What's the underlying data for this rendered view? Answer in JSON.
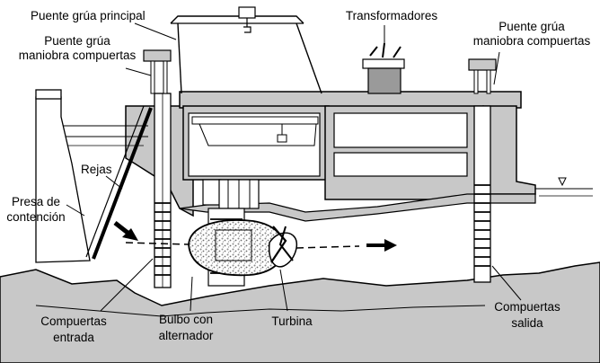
{
  "labels": {
    "bridge_crane_main": "Puente grúa principal",
    "bridge_crane_gates_left_line1": "Puente grúa",
    "bridge_crane_gates_left_line2": "maniobra compuertas",
    "transformers": "Transformadores",
    "bridge_crane_gates_right_line1": "Puente grúa",
    "bridge_crane_gates_right_line2": "maniobra compuertas",
    "trash_racks": "Rejas",
    "dam_line1": "Presa de",
    "dam_line2": "contención",
    "inlet_gates_line1": "Compuertas",
    "inlet_gates_line2": "entrada",
    "bulb_line1": "Bulbo con",
    "bulb_line2": "alternador",
    "turbine": "Turbina",
    "outlet_gates_line1": "Compuertas",
    "outlet_gates_line2": "salida"
  },
  "colors": {
    "concrete": "#c8c8c8",
    "ink": "#000000",
    "paper": "#ffffff",
    "bulb_speckle": "#9a9a9a"
  }
}
